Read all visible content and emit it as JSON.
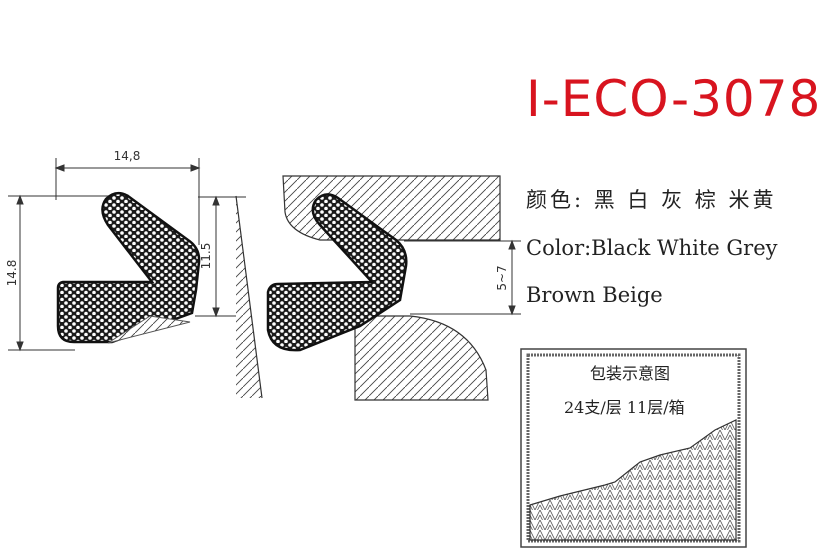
{
  "product": {
    "code": "I-ECO-3078"
  },
  "dimensions": {
    "width_top": "14,8",
    "height_left": "14.8",
    "height_right": "11.5",
    "gap": "5~7"
  },
  "colors": {
    "chinese_line": "颜色: 黑 白 灰 棕 米黄",
    "english_line1": "Color:Black White Grey",
    "english_line2": "Brown Beige"
  },
  "packing": {
    "title": "包装示意图",
    "detail": "24支/层  11层/箱"
  },
  "palette": {
    "code_red": "#d8141f",
    "line": "#222222"
  }
}
